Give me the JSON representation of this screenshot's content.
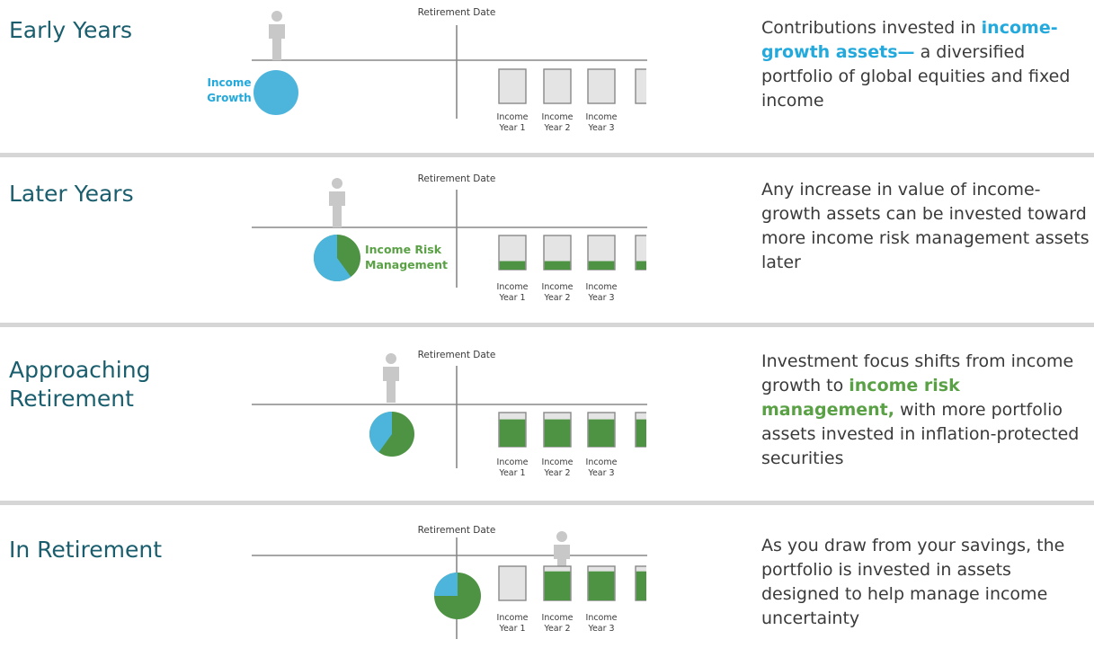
{
  "colors": {
    "growth": "#4db5dc",
    "risk": "#4e9343",
    "person": "#c8c8c8",
    "axis": "#888888",
    "box_fill": "#e4e4e4",
    "box_stroke": "#888888",
    "title": "#1a5e6e"
  },
  "common": {
    "retirement_date_label": "Retirement Date",
    "income_word": "Income",
    "year_labels": [
      "Year 1",
      "Year 2",
      "Year 3"
    ]
  },
  "stages": [
    {
      "title": "Early Years",
      "description": [
        {
          "text": "Contributions invested in ",
          "style": "plain"
        },
        {
          "text": "income-growth assets—",
          "style": "blue"
        },
        {
          "text": " a diversified portfolio of global equities and fixed income",
          "style": "plain"
        }
      ],
      "pie_growth_fraction": 1.0,
      "pie_label": [
        "Income",
        "Growth"
      ],
      "pie_label_color": "blue",
      "box_fill_fractions": [
        0,
        0,
        0,
        0
      ],
      "person_position": "before-retirement"
    },
    {
      "title": "Later Years",
      "description": [
        {
          "text": "Any increase in value of income-growth assets can be invested toward more income risk management assets later",
          "style": "plain"
        }
      ],
      "pie_growth_fraction": 0.6,
      "pie_label": [
        "Income Risk",
        "Management"
      ],
      "pie_label_color": "green",
      "box_fill_fractions": [
        0.25,
        0.25,
        0.25,
        0.25
      ],
      "person_position": "before-retirement"
    },
    {
      "title": "Approaching Retirement",
      "description": [
        {
          "text": "Investment focus shifts from income growth to ",
          "style": "plain"
        },
        {
          "text": "income risk management,",
          "style": "green"
        },
        {
          "text": " with more portfolio assets invested in inflation-protected securities",
          "style": "plain"
        }
      ],
      "pie_growth_fraction": 0.4,
      "pie_label": [],
      "pie_label_color": "green",
      "box_fill_fractions": [
        0.8,
        0.8,
        0.8,
        0.8
      ],
      "person_position": "near-retirement"
    },
    {
      "title": "In Retirement",
      "description": [
        {
          "text": "As you draw from your savings, the portfolio is invested in assets designed to help manage income uncertainty",
          "style": "plain"
        }
      ],
      "pie_growth_fraction": 0.25,
      "pie_label": [],
      "pie_label_color": "green",
      "box_fill_fractions": [
        0,
        0.85,
        0.85,
        0.85
      ],
      "person_position": "after-retirement"
    }
  ]
}
